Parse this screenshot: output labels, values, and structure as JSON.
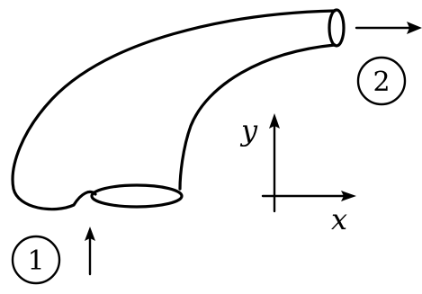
{
  "labels": {
    "inlet": "1",
    "outlet": "2",
    "axis_x": "x",
    "axis_y": "y"
  },
  "colors": {
    "ink": "#000000",
    "background": "#ffffff"
  }
}
